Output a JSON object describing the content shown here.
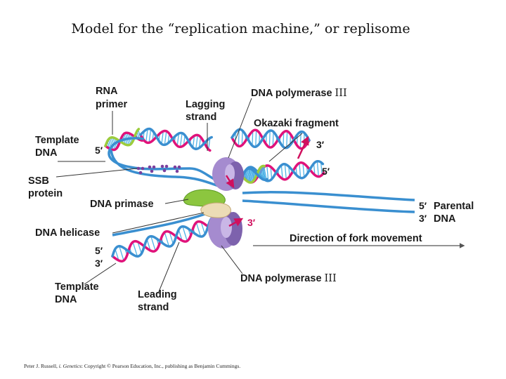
{
  "title": "Model for the “replication machine,” or replisome",
  "labels": {
    "rna_primer": [
      "RNA",
      "primer"
    ],
    "lagging_strand": [
      "Lagging",
      "strand"
    ],
    "dna_polymerase_top": "DNA polymerase",
    "roman_three": "III",
    "okazaki_fragment": "Okazaki fragment",
    "template_dna_top": [
      "Template",
      "DNA"
    ],
    "ssb_protein": [
      "SSB",
      "protein"
    ],
    "dna_primase": "DNA primase",
    "parental_dna": [
      "Parental",
      "DNA"
    ],
    "dna_helicase": "DNA helicase",
    "direction": "Direction of fork movement",
    "dna_polymerase_bottom": "DNA polymerase",
    "template_dna_bottom": [
      "Template",
      "DNA"
    ],
    "leading_strand": [
      "Leading",
      "strand"
    ]
  },
  "strand_ends": {
    "five_prime": "5′",
    "three_prime": "3′"
  },
  "credit": {
    "author": "Peter J. Russell, ",
    "work": "i. Genetics",
    "rest": ": Copyright © Pearson Education, Inc., publishing as Benjamin Cummings."
  },
  "colors": {
    "parental_strand": "#3a8fd0",
    "new_strand": "#e0127a",
    "rna_primer": "#9ccc3c",
    "rungs": "#4fb2e6",
    "polymerase": "#9a7cc4",
    "primase": "#8cc63f",
    "helicase": "#e9d9b4",
    "ssb": "#7b3f9e",
    "arrow": "#d0105e"
  },
  "icons": {
    "polymerase": "ring-clamp-shape",
    "direction": "arrow-right"
  }
}
